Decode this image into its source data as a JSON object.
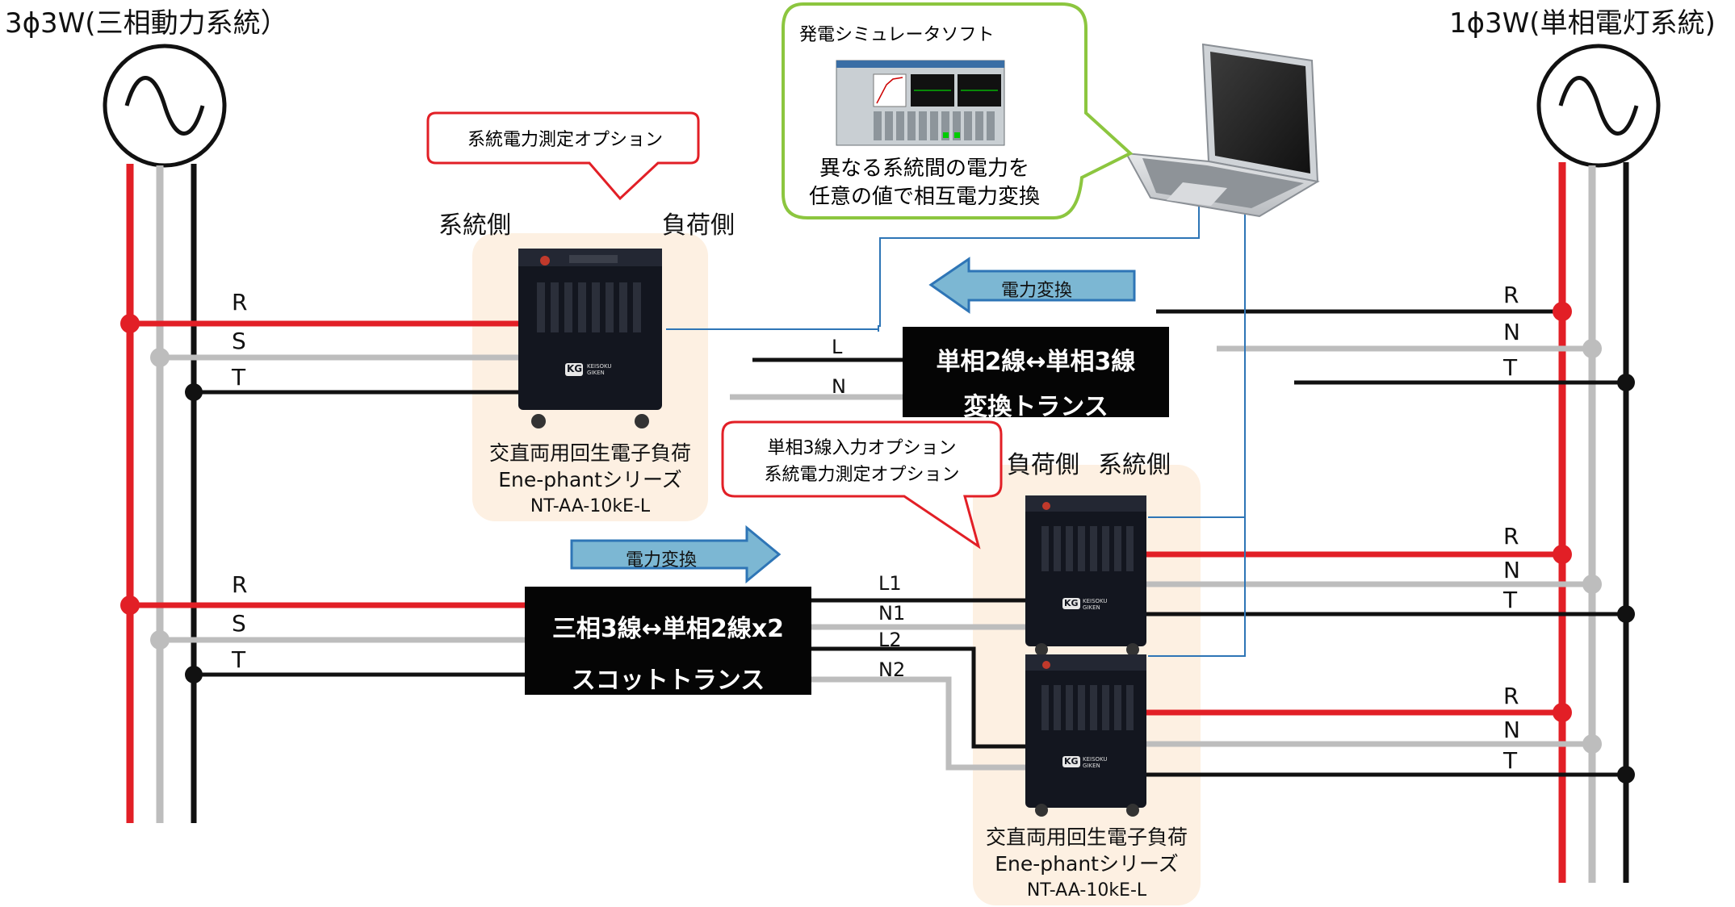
{
  "labels": {
    "left_system": "3ϕ3W(三相動力系統）",
    "right_system": "1ϕ3W(単相電灯系統)",
    "top_option": "系統電力測定オプション",
    "software_title": "発電シミュレータソフト",
    "software_desc_1": "異なる系統間の電力を",
    "software_desc_2": "任意の値で相互電力変換",
    "top_grid_side": "系統側",
    "top_load_side": "負荷側",
    "arrow_top": "電力変換",
    "arrow_bottom": "電力変換",
    "bottom_option_1": "単相3線入力オプション",
    "bottom_option_2": "系統電力測定オプション",
    "bottom_load_side": "負荷側",
    "bottom_grid_side": "系統側",
    "device_caption_1": "交直両用回生電子負荷",
    "device_caption_2": "Ene-phantシリーズ",
    "device_caption_3": "NT-AA-10kE-L",
    "device_caption_b1": "交直両用回生電子負荷",
    "device_caption_b2": "Ene-phantシリーズ",
    "device_caption_b3": "NT-AA-10kE-L",
    "device_brand": "KG",
    "device_brand_text_1": "KEISOKU",
    "device_brand_text_2": "GIKEN"
  },
  "transformers": {
    "single": {
      "line1": "単相2線↔単相3線",
      "line2": "変換トランス"
    },
    "scott": {
      "line1": "三相3線↔単相2線x2",
      "line2": "スコットトランス"
    }
  },
  "wires": {
    "left_top": [
      "R",
      "S",
      "T"
    ],
    "left_bottom": [
      "R",
      "S",
      "T"
    ],
    "right_top": [
      "R",
      "N",
      "T"
    ],
    "right_mid": [
      "R",
      "N",
      "T"
    ],
    "right_bottom": [
      "R",
      "N",
      "T"
    ],
    "single_trans_in": [
      "L",
      "N"
    ],
    "scott_out": [
      "L1",
      "N1",
      "L2",
      "N2"
    ]
  },
  "colors": {
    "red": "#e21f26",
    "gray": "#bdbdbd",
    "black": "#111111",
    "blue": "#2e75b6",
    "callout_red": "#e21f26",
    "callout_green": "#8cc63f",
    "device_bg": "#fdf0e2",
    "arrow_fill": "#7cb7d3",
    "arrow_stroke": "#2e75b6"
  }
}
